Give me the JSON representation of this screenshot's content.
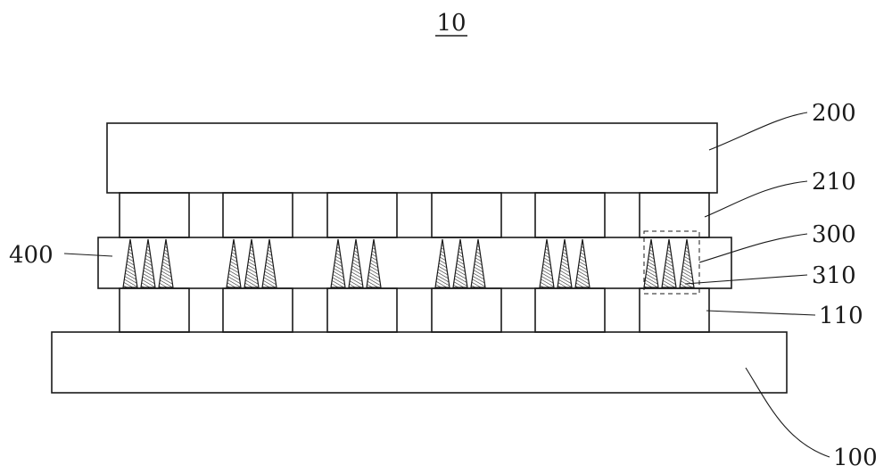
{
  "figure_number": "10",
  "labels": {
    "top_substrate": "200",
    "top_pads": "210",
    "layer": "300",
    "spikes": "310",
    "bottom_pads": "110",
    "bottom_substrate": "100",
    "middle_layer": "400"
  },
  "pad_column_count": 6,
  "spikes_per_group": 3,
  "colors": {
    "ink": "#1a1a1a",
    "background": "#ffffff"
  }
}
